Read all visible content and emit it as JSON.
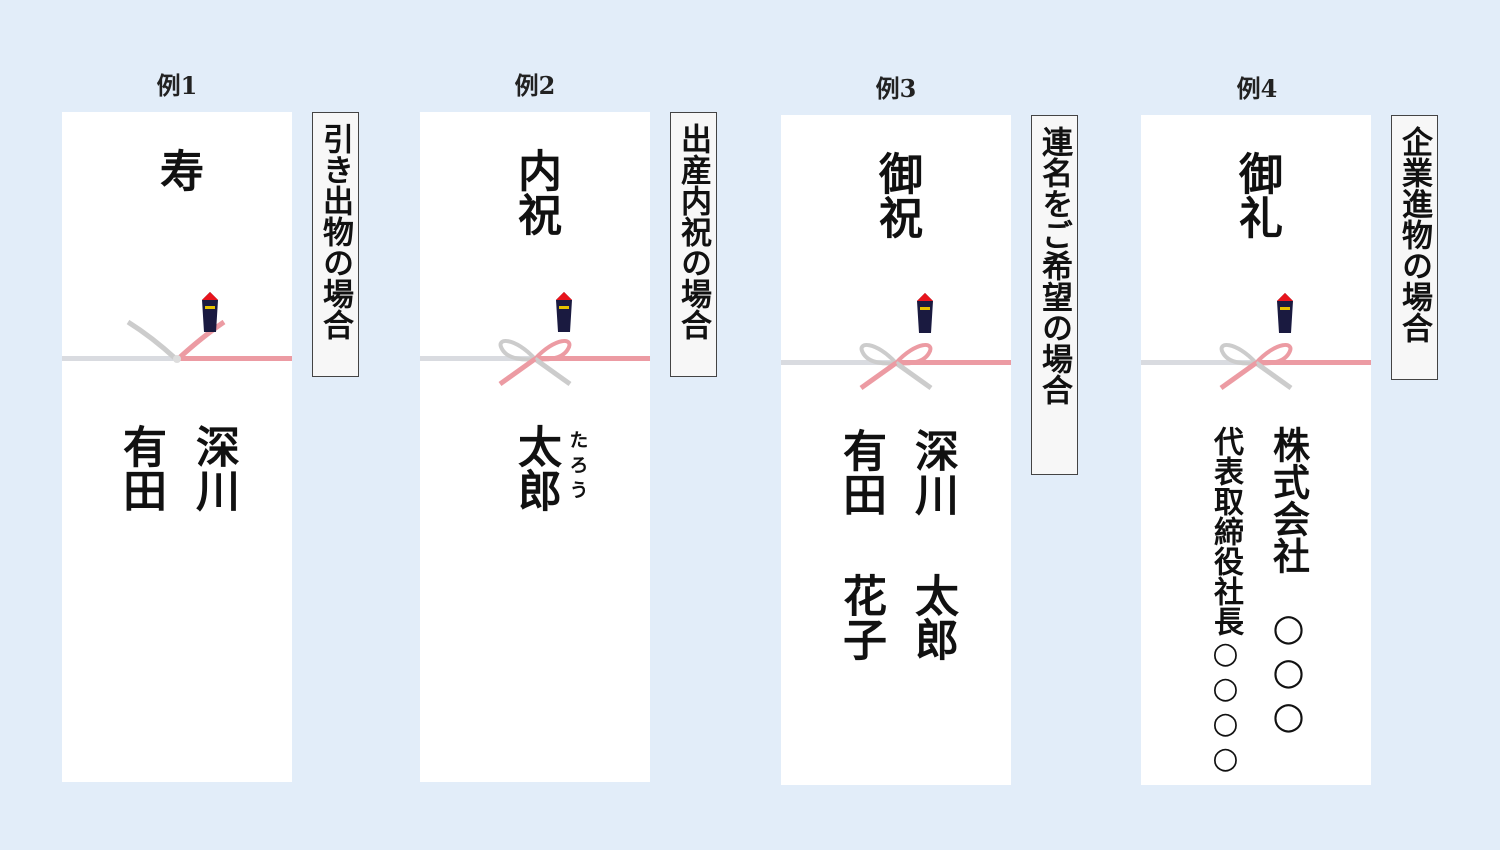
{
  "examples": [
    {
      "label": "例1",
      "title": "寿",
      "side_label": "引き出物の場合",
      "names": [
        "深川",
        "有田"
      ]
    },
    {
      "label": "例2",
      "title": "内祝",
      "side_label": "出産内祝の場合",
      "names": [
        "太郎"
      ],
      "ruby": "たろう"
    },
    {
      "label": "例3",
      "title": "御祝",
      "side_label": "連名をご希望の場合",
      "names": [
        "深川",
        "太郎",
        "有田",
        "花子"
      ]
    },
    {
      "label": "例4",
      "title": "御礼",
      "side_label": "企業進物の場合",
      "names": [
        "株式会社",
        "○○○",
        "代表取締役社長○○○○"
      ]
    }
  ],
  "colors": {
    "background": "#e2edf9",
    "cord_red": "#ec9ba3",
    "cord_white": "#d9dbe0",
    "noshi_red": "#e8141c"
  }
}
